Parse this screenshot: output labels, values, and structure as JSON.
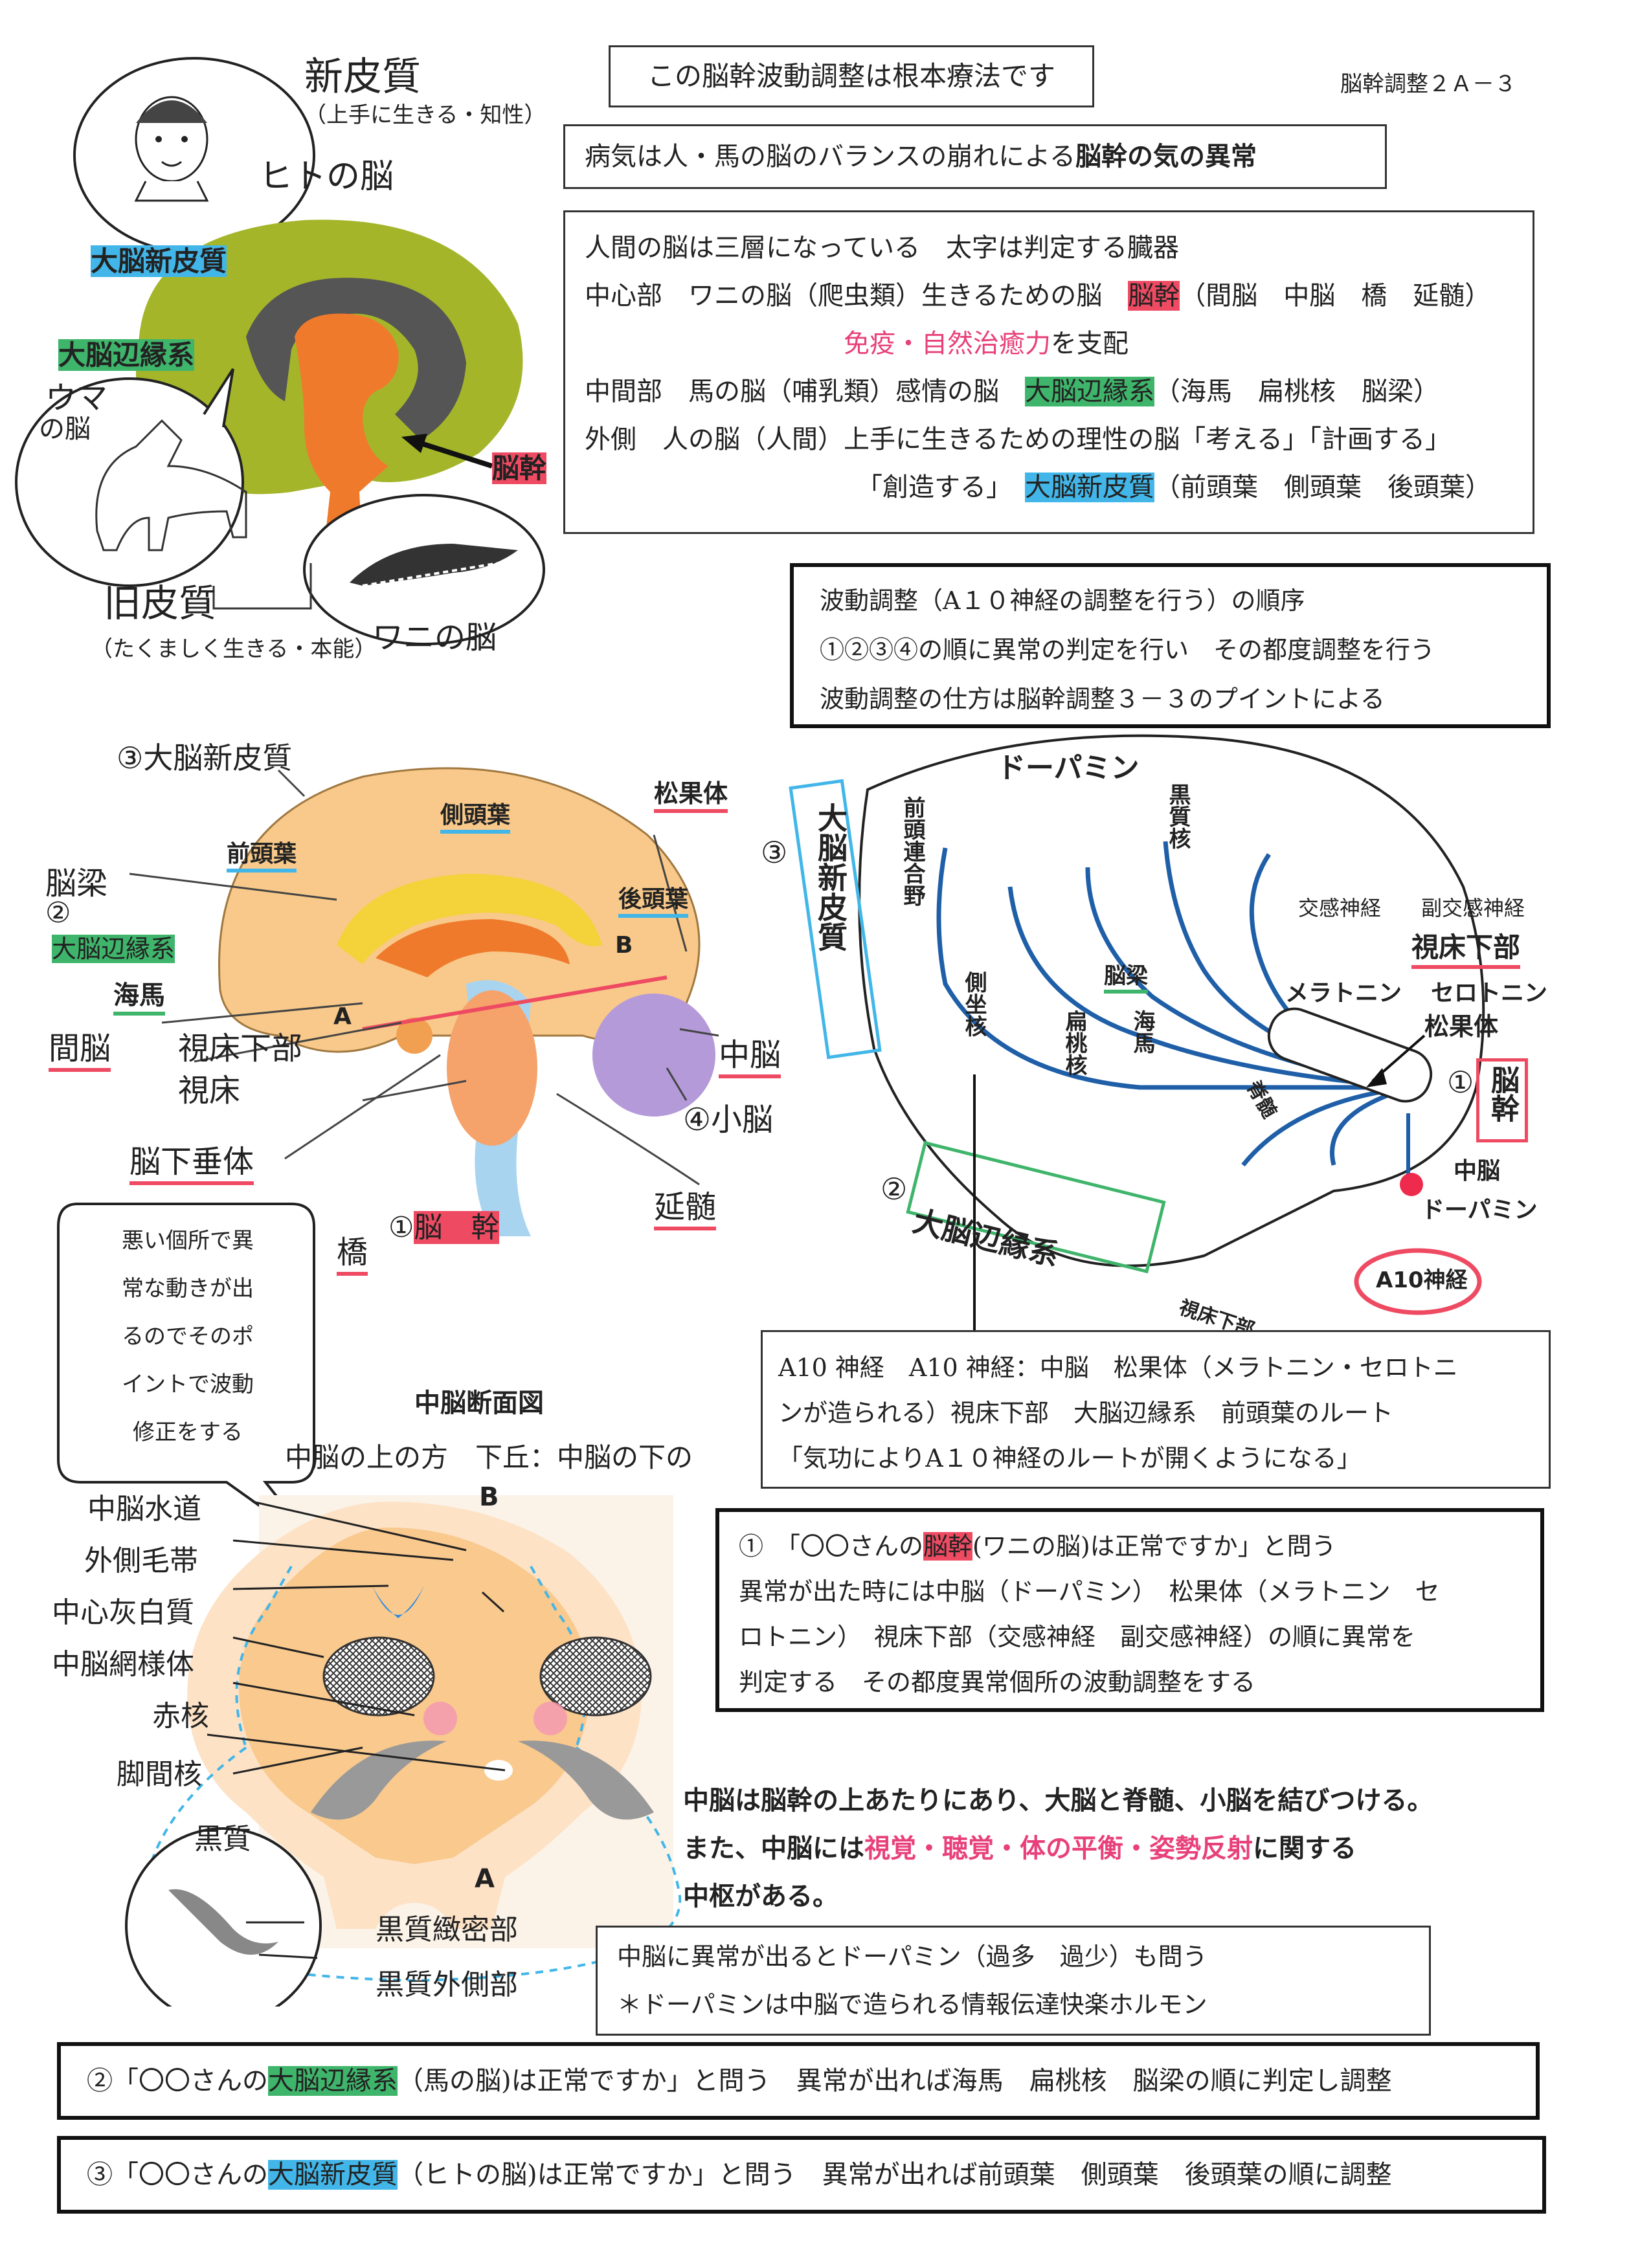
{
  "header": {
    "title": "この脳幹波動調整は根本療法です",
    "page_code": "脳幹調整２Ａ－３",
    "subtitle_prefix": "病気は人・馬の脳のバランスの崩れによる",
    "subtitle_bold": "脳幹の気の異常"
  },
  "brain_layers": {
    "line1": "人間の脳は三層になっている　太字は判定する臓器",
    "center_a": "中心部　ワニの脳（爬虫類）生きるための脳　",
    "center_hl": "脳幹",
    "center_b": "（間脳　中脳　橋　延髄）",
    "immune_pink": "免疫・自然治癒力",
    "immune_tail": "を支配",
    "middle_a": "中間部　馬の脳（哺乳類）感情の脳　",
    "middle_hl": "大脳辺縁系",
    "middle_b": "（海馬　扁桃核　脳梁）",
    "outer_a": "外側　人の脳（人間）上手に生きるための理性の脳「考える」「計画する」",
    "outer2_a": "「創造する」　",
    "outer2_hl": "大脳新皮質",
    "outer2_b": "（前頭葉　側頭葉　後頭葉）"
  },
  "top_diagram": {
    "new_cortex": "新皮質",
    "new_cortex_note": "（上手に生きる・知性）",
    "human_brain": "ヒトの脳",
    "cerebral_cortex": "大脳新皮質",
    "limbic": "大脳辺縁系",
    "horse_brain_1": "ウマ",
    "horse_brain_2": "の脳",
    "brainstem": "脳幹",
    "old_cortex": "旧皮質",
    "old_cortex_note": "（たくましく生きる・本能）",
    "croc_brain": "ワニの脳"
  },
  "wave_order": {
    "title": "波動調整（A１０神経の調整を行う）の順序",
    "line2": "①②③④の順に異常の判定を行い　その都度調整を行う",
    "line3": "波動調整の仕方は脳幹調整３－３のプイントによる"
  },
  "sagittal": {
    "cortex": "③大脳新皮質",
    "frontal": "前頭葉",
    "temporal": "側頭葉",
    "occipital": "後頭葉",
    "pineal": "松果体",
    "corpus_callosum": "脳梁",
    "limbic_num": "②",
    "limbic": "大脳辺縁系",
    "hippocampus": "海馬",
    "diencephalon": "間脳",
    "hypothalamus": "視床下部",
    "thalamus": "視床",
    "pituitary": "脳下垂体",
    "pons": "橋",
    "brainstem_num": "①",
    "brainstem": "脳　幹",
    "midbrain": "中脳",
    "cerebellum": "④小脳",
    "medulla": "延髄",
    "point_a": "A",
    "point_b": "B"
  },
  "a10_diagram": {
    "dopamine_top": "ドーパミン",
    "cortex_num": "③",
    "cortex": "大脳新皮質",
    "assoc": "前頭連合野",
    "nucleus_acc": "側坐核",
    "striatum": "黒質核",
    "callosum": "脳梁",
    "amygdala": "扁桃核",
    "hippocampus": "海馬",
    "sympathetic": "交感神経",
    "parasympathetic": "副交感神経",
    "hypothalamus": "視床下部",
    "melatonin": "メラトニン",
    "serotonin": "セロトニン",
    "pineal": "松果体",
    "brainstem_num": "①",
    "brainstem": "脳幹",
    "midbrain": "中脳",
    "dopamine_red": "ドーパミン",
    "a10_badge": "A10神経",
    "limbic_num": "②",
    "limbic": "大脳辺縁系",
    "spinal": "脊髄",
    "thalamus_small": "視床下部"
  },
  "a10_box": {
    "line1": "A10 神経　A10 神経：中脳　松果体（メラトニン・セロトニ",
    "line2": "ンが造られる）視床下部　大脳辺縁系　前頭葉のルート",
    "line3": "「気功によりA１０神経のルートが開くようになる」"
  },
  "note_bubble": {
    "line1": "悪い個所で異",
    "line2": "常な動きが出",
    "line3": "るのでそのポ",
    "line4": "イントで波動",
    "line5": "修正をする"
  },
  "midbrain_section": {
    "title": "中脳断面図",
    "caption": "中脳の上の方　下丘：中脳の下の",
    "point_b": "B",
    "point_a": "A",
    "aqueduct": "中脳水道",
    "lateral": "外側毛帯",
    "gray": "中心灰白質",
    "reticular": "中脳網様体",
    "red_nucleus": "赤核",
    "interpeduncular": "脚間核",
    "substantia": "黒質",
    "compact": "黒質緻密部",
    "lateral_part": "黒質外側部"
  },
  "step1": {
    "a": "①　「〇〇さんの",
    "hl": "脳幹",
    "b": "(ワニの脳)は正常ですか」と問う",
    "line2": "異常が出た時には中脳（ドーパミン）　松果体（メラトニン　セ",
    "line3": "ロトニン）　視床下部（交感神経　副交感神経）の順に異常を",
    "line4": "判定する　その都度異常個所の波動調整をする"
  },
  "midbrain_text": {
    "line1": "中脳は脳幹の上あたりにあり、大脳と脊髄、小脳を結びつける。",
    "line2_a": "また、中脳には",
    "line2_pink": "視覚・聴覚・体の平衡・姿勢反射",
    "line2_b": "に関する",
    "line3": "中枢がある。"
  },
  "dopamine_box": {
    "line1": "中脳に異常が出るとドーパミン（過多　過少）も問う",
    "line2": "＊ドーパミンは中脳で造られる情報伝達快楽ホルモン"
  },
  "step2": {
    "a": "②「〇〇さんの",
    "hl": "大脳辺縁系",
    "b": "（馬の脳)は正常ですか」と問う　異常が出れば海馬　扁桃核　脳梁の順に判定し調整"
  },
  "step3": {
    "a": "③「〇〇さんの",
    "hl": "大脳新皮質",
    "b": "（ヒトの脳)は正常ですか」と問う　異常が出れば前頭葉　側頭葉　後頭葉の順に調整"
  },
  "colors": {
    "highlight_red": "#ee4b63",
    "highlight_green": "#3fb56b",
    "highlight_blue": "#42b6e8",
    "pink_text": "#e8407a",
    "neuron_blue": "#1f5fa8"
  }
}
